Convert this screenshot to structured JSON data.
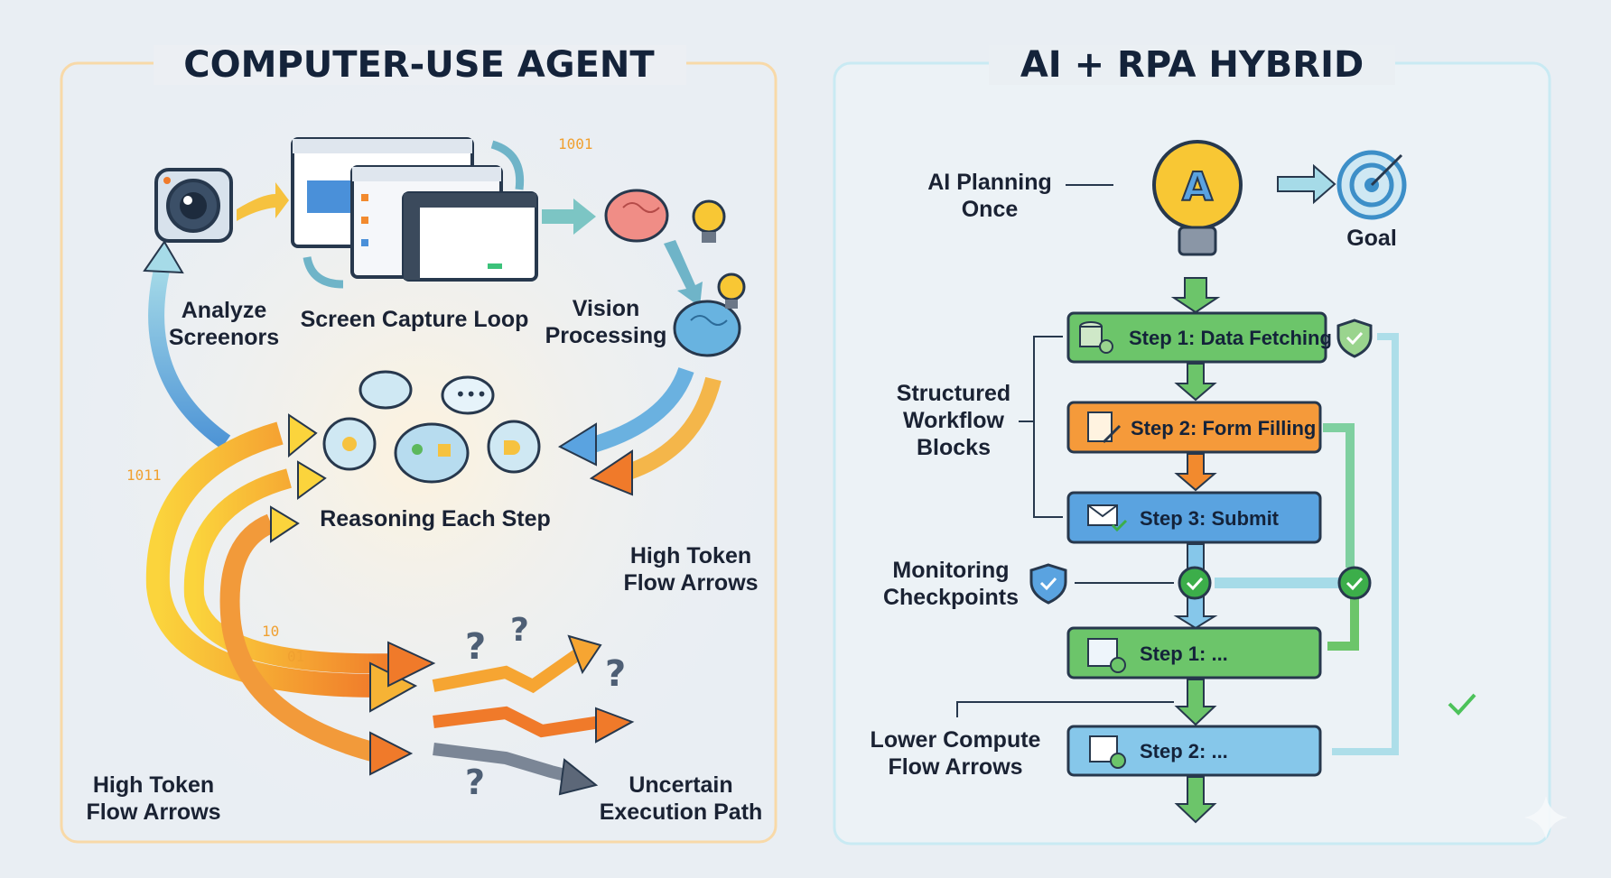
{
  "left_panel": {
    "title": "COMPUTER-USE AGENT",
    "labels": {
      "analyze": [
        "Analyze",
        "Screenors"
      ],
      "screen_capture": "Screen Capture Loop",
      "vision": [
        "Vision",
        "Processing"
      ],
      "reasoning": "Reasoning Each Step",
      "high_token_right": [
        "High Token",
        "Flow Arrows"
      ],
      "high_token_left": [
        "High Token",
        "Flow Arrows"
      ],
      "uncertain": [
        "Uncertain",
        "Execution Path"
      ]
    },
    "decor": {
      "binary_top": "1001",
      "binary_left": "1011",
      "binary_small": "10",
      "binary_small2": "01"
    }
  },
  "right_panel": {
    "title": "AI + RPA HYBRID",
    "bulb_letter": "A",
    "labels": {
      "planning": [
        "AI Planning",
        "Once"
      ],
      "goal": "Goal",
      "structured": [
        "Structured",
        "Workflow",
        "Blocks"
      ],
      "monitoring": [
        "Monitoring",
        "Checkpoints"
      ],
      "lower_compute": [
        "Lower Compute",
        "Flow Arrows"
      ]
    },
    "steps": [
      {
        "label": "Step 1: Data Fetching",
        "icon": "database-gear-icon",
        "color": "#6cc56a"
      },
      {
        "label": "Step 2: Form Filling",
        "icon": "form-edit-icon",
        "color": "#f59a3a"
      },
      {
        "label": "Step 3: Submit",
        "icon": "envelope-check-icon",
        "color": "#5aa3e0"
      },
      {
        "label": "Step 1: ...",
        "icon": "list-check-icon",
        "color": "#6cc56a"
      },
      {
        "label": "Step 2: ...",
        "icon": "doc-check-icon",
        "color": "#86c7ea"
      }
    ]
  },
  "colors": {
    "green": "#5cb85c",
    "orange": "#f28a2e",
    "blue": "#4a90d9",
    "yellow": "#f7c531",
    "navy": "#14233a"
  }
}
